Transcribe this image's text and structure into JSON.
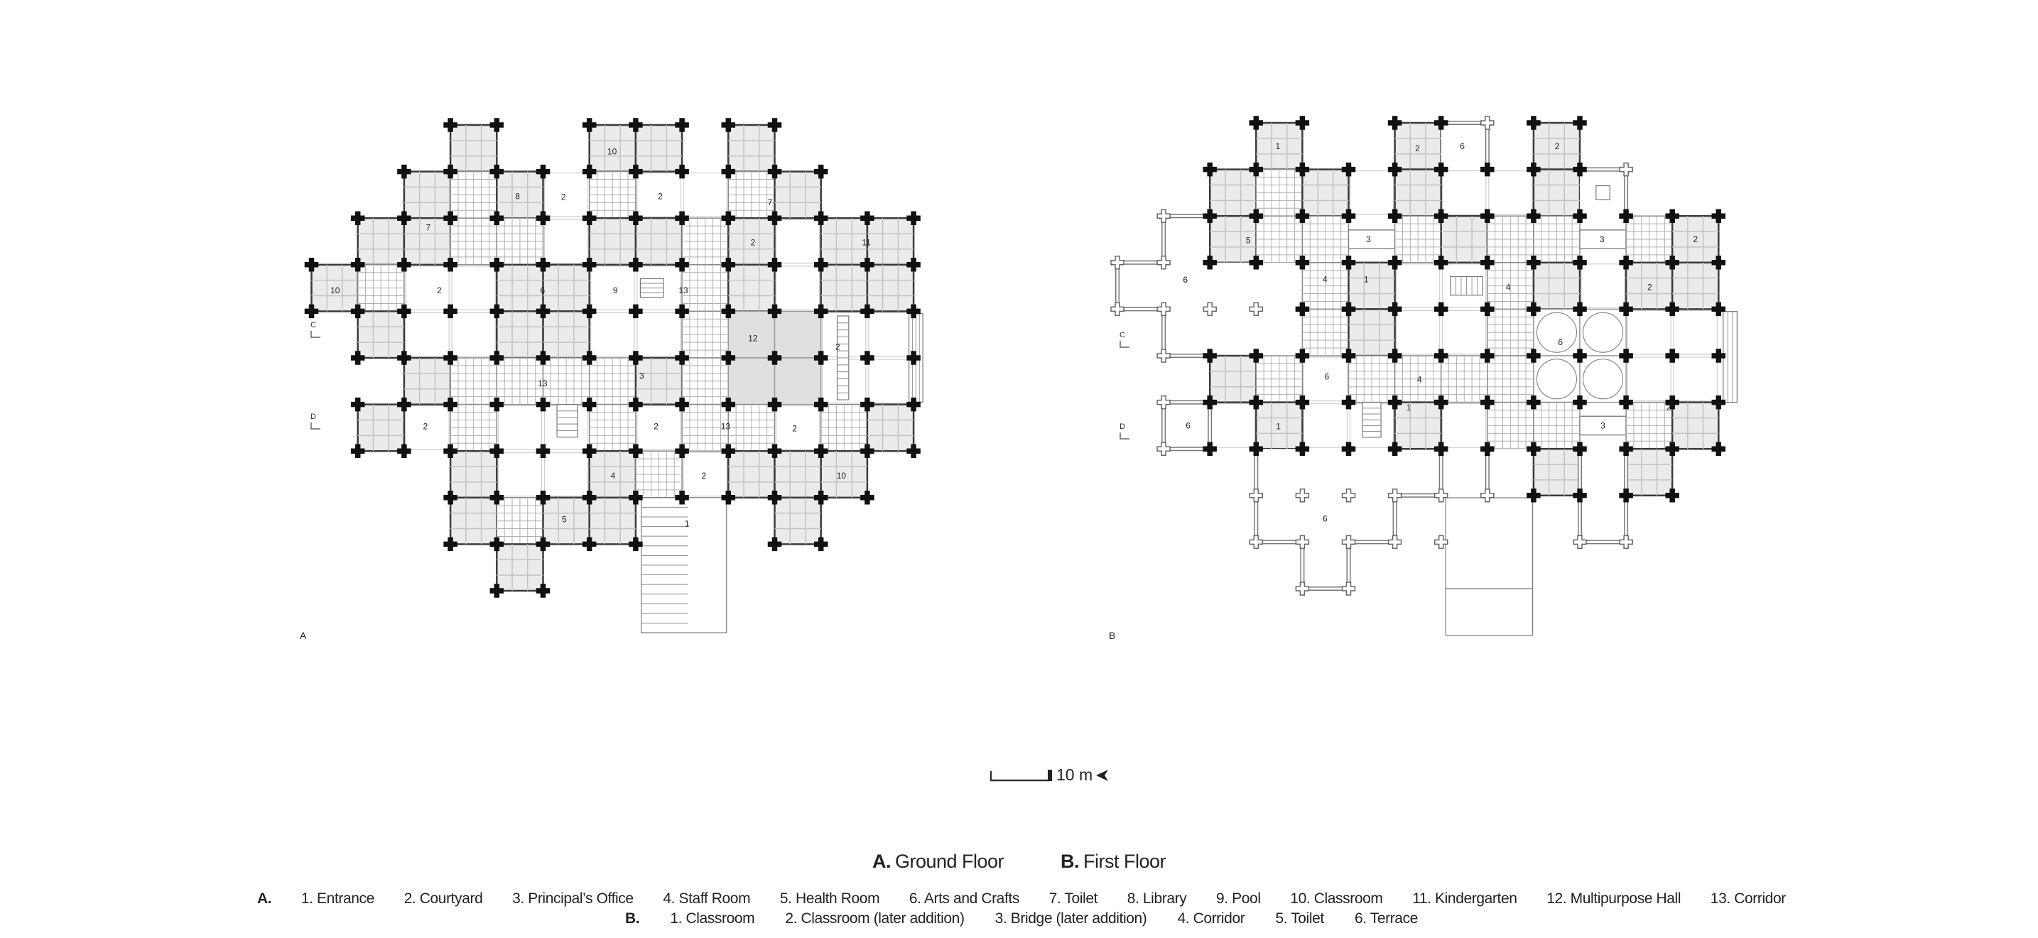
{
  "plans": [
    {
      "letter": "A",
      "room_labels": [
        "10",
        "8",
        "2",
        "2",
        "7",
        "7",
        "2",
        "11",
        "10",
        "2",
        "6",
        "9",
        "13",
        "12",
        "2",
        "13",
        "3",
        "2",
        "2",
        "13",
        "2",
        "2",
        "4",
        "2",
        "10",
        "5",
        "1"
      ],
      "section_marks": [
        "C",
        "D"
      ]
    },
    {
      "letter": "B",
      "room_labels": [
        "1",
        "2",
        "6",
        "2",
        "5",
        "3",
        "3",
        "2",
        "6",
        "4",
        "1",
        "4",
        "2",
        "6",
        "6",
        "4",
        "1",
        "2",
        "6",
        "1",
        "3",
        "6"
      ],
      "section_marks": [
        "C",
        "D"
      ]
    }
  ],
  "scale_bar": {
    "label": "10 m",
    "icon": "north-arrow-icon"
  },
  "captions": [
    {
      "letter": "A.",
      "text": "Ground Floor"
    },
    {
      "letter": "B.",
      "text": "First Floor"
    }
  ],
  "legend": {
    "a": {
      "letter": "A.",
      "items": [
        "1. Entrance",
        "2. Courtyard",
        "3. Principal’s Office",
        "4. Staff Room",
        "5. Health Room",
        "6. Arts and Crafts",
        "7. Toilet",
        "8. Library",
        "9. Pool",
        "10. Classroom",
        "11. Kindergarten",
        "12. Multipurpose Hall",
        "13. Corridor"
      ]
    },
    "b": {
      "letter": "B.",
      "items": [
        "1. Classroom",
        "2. Classroom (later addition)",
        "3. Bridge (later addition)",
        "4. Corridor",
        "5. Toilet",
        "6. Terrace"
      ]
    }
  },
  "colors": {
    "classroom_fill": "#ebebeb",
    "hall_fill": "#e0e0e0",
    "post": "#111111",
    "line": "#444444"
  }
}
